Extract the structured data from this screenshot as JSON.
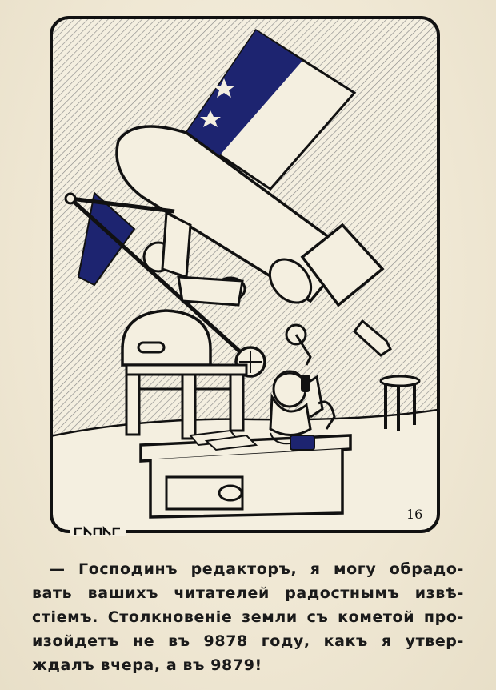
{
  "cartoon": {
    "page_number": "16",
    "artist_signature": "Kalle",
    "flag_colors": {
      "navy": "#1d2470",
      "ink": "#111111",
      "paper": "#f4efe0"
    }
  },
  "caption": {
    "lines": [
      "— Господинъ редакторъ, я могу обрадо-",
      "вать вашихъ читателей радостнымъ извѣ-",
      "стіемъ. Столкновеніе земли съ кометой про-",
      "изойдетъ не въ 9878 году, какъ я утвер-",
      "ждалъ вчера, а въ 9879!"
    ]
  }
}
